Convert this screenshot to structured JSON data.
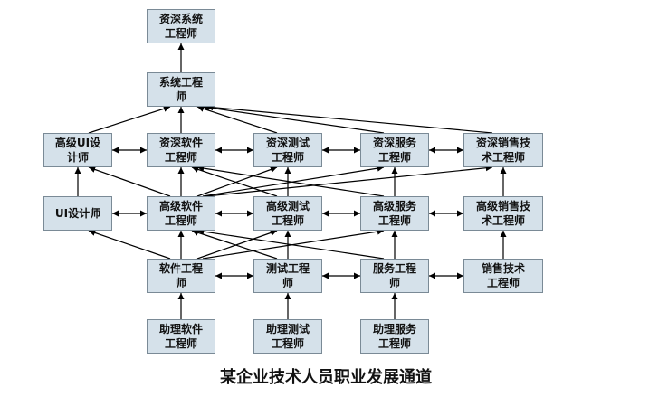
{
  "nodes": {
    "zsxt": "资深系统\n工程师",
    "xt": "系统工程\n师",
    "gui": "高级UI设\n计师",
    "zsrj": "资深软件\n工程师",
    "zscs": "资深测试\n工程师",
    "zsfw": "资深服务\n工程师",
    "zsxs": "资深销售技\n术工程师",
    "ui": "UI设计师",
    "gjrj": "高级软件\n工程师",
    "gjcs": "高级测试\n工程师",
    "gjfw": "高级服务\n工程师",
    "gjxs": "高级销售技\n术工程师",
    "rj": "软件工程\n师",
    "cs": "测试工程\n师",
    "fw": "服务工程\n师",
    "xs": "销售技术\n工程师",
    "zlrj": "助理软件\n工程师",
    "zlcs": "助理测试\n工程师",
    "zlfw": "助理服务\n工程师"
  },
  "edges": [
    [
      "zlrj",
      "rj",
      "up"
    ],
    [
      "zlcs",
      "cs",
      "up"
    ],
    [
      "zlfw",
      "fw",
      "up"
    ],
    [
      "rj",
      "cs",
      "both"
    ],
    [
      "cs",
      "fw",
      "both"
    ],
    [
      "fw",
      "xs",
      "both"
    ],
    [
      "rj",
      "gjrj",
      "up"
    ],
    [
      "cs",
      "gjcs",
      "up"
    ],
    [
      "fw",
      "gjfw",
      "up"
    ],
    [
      "xs",
      "gjxs",
      "up"
    ],
    [
      "rj",
      "ui",
      "up"
    ],
    [
      "rj",
      "gjcs",
      "up"
    ],
    [
      "rj",
      "gjfw",
      "up"
    ],
    [
      "cs",
      "gjrj",
      "up"
    ],
    [
      "fw",
      "gjrj",
      "up"
    ],
    [
      "ui",
      "gjrj",
      "both"
    ],
    [
      "gjrj",
      "gjcs",
      "both"
    ],
    [
      "gjcs",
      "gjfw",
      "both"
    ],
    [
      "gjfw",
      "gjxs",
      "both"
    ],
    [
      "ui",
      "gui",
      "up"
    ],
    [
      "gjrj",
      "zsrj",
      "up"
    ],
    [
      "gjcs",
      "zscs",
      "up"
    ],
    [
      "gjfw",
      "zsfw",
      "up"
    ],
    [
      "gjxs",
      "zsxs",
      "up"
    ],
    [
      "gjrj",
      "gui",
      "up"
    ],
    [
      "gjrj",
      "zscs",
      "up"
    ],
    [
      "gjrj",
      "zsfw",
      "up"
    ],
    [
      "gjrj",
      "zsxs",
      "up"
    ],
    [
      "gjcs",
      "zsrj",
      "up"
    ],
    [
      "gjfw",
      "zsrj",
      "up"
    ],
    [
      "gui",
      "zsrj",
      "both"
    ],
    [
      "zsrj",
      "zscs",
      "both"
    ],
    [
      "zscs",
      "zsfw",
      "both"
    ],
    [
      "zsfw",
      "zsxs",
      "both"
    ],
    [
      "gui",
      "xt",
      "up"
    ],
    [
      "zsrj",
      "xt",
      "up"
    ],
    [
      "zscs",
      "xt",
      "up"
    ],
    [
      "zsfw",
      "xt",
      "up"
    ],
    [
      "zsxs",
      "xt",
      "up"
    ],
    [
      "xt",
      "zsxt",
      "up"
    ]
  ],
  "caption": "某企业技术人员职业发展通道"
}
